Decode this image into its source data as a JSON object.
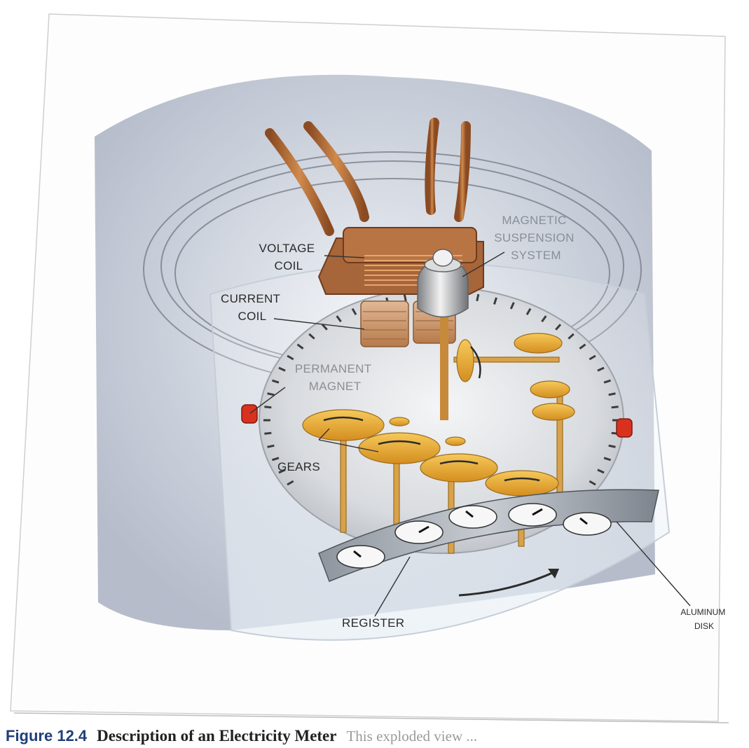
{
  "labels": {
    "voltage_coil": [
      "VOLTAGE",
      "COIL"
    ],
    "magnetic_suspension": [
      "MAGNETIC",
      "SUSPENSION",
      "SYSTEM"
    ],
    "current_coil": [
      "CURRENT",
      "COIL"
    ],
    "permanent_magnet": [
      "PERMANENT",
      "MAGNET"
    ],
    "gears": "GEARS",
    "register": "REGISTER",
    "aluminum_disk": [
      "ALUMINUM",
      "DISK"
    ]
  },
  "caption": {
    "figure_number": "Figure 12.4",
    "title": "Description of an Electricity Meter",
    "text": "This exploded view ..."
  },
  "colors": {
    "frame_bg": "#d9dde3",
    "copper": "#b8703a",
    "gear": "#e9ad3b",
    "disk": "#d7dadd",
    "caption_blue": "#1f3f7a"
  }
}
